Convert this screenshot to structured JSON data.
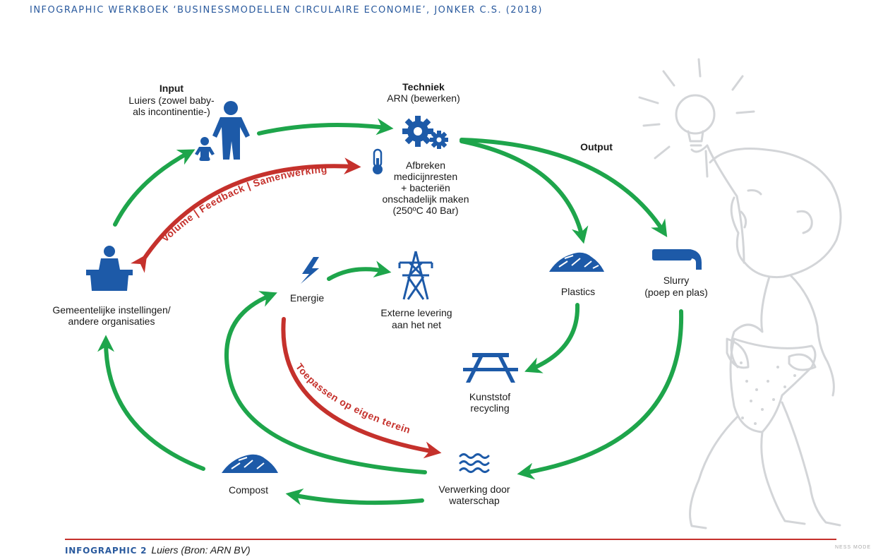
{
  "header": "INFOGRAPHIC WERKBOEK ‘BUSINESSMODELLEN CIRCULAIRE ECONOMIE’, JONKER C.S. (2018)",
  "input": {
    "title": "Input",
    "line1": "Luiers (zowel baby-",
    "line2": "als incontinentie-)"
  },
  "techniek": {
    "title": "Techniek",
    "line1": "ARN (bewerken)"
  },
  "afbreken": {
    "line1": "Afbreken",
    "line2": "medicijnresten",
    "line3": "+ bacteriën",
    "line4": "onschadelijk maken",
    "line5": "(250ºC 40 Bar)"
  },
  "output": {
    "title": "Output"
  },
  "gemeente": {
    "line1": "Gemeentelijke instellingen/",
    "line2": "andere organisaties"
  },
  "energie": {
    "label": "Energie"
  },
  "externe": {
    "line1": "Externe levering",
    "line2": "aan het net"
  },
  "plastics": {
    "label": "Plastics"
  },
  "slurry": {
    "line1": "Slurry",
    "line2": "(poep en plas)"
  },
  "kunststof": {
    "line1": "Kunststof",
    "line2": "recycling"
  },
  "compost": {
    "label": "Compost"
  },
  "verwerking": {
    "line1": "Verwerking door",
    "line2": "waterschap"
  },
  "red_labels": {
    "feedback": "Volume | Feedback | Samenwerking",
    "toepassen": "Toepassen op eigen terein"
  },
  "footer": {
    "number": "INFOGRAPHIC 2",
    "caption": "Luiers (Bron: ARN BV)"
  },
  "stamp": "NESS MODE",
  "colors": {
    "green": "#1ea54b",
    "red": "#c5312c",
    "blue": "#1d5aa8",
    "sketch": "#d3d5d8",
    "header_blue": "#2a5a9e"
  },
  "icons": [
    "person-icon",
    "baby-icon",
    "gear-icon",
    "thermometer-icon",
    "podium-person-icon",
    "lightning-icon",
    "power-tower-icon",
    "plastic-pile-icon",
    "pipe-icon",
    "picnic-table-icon",
    "compost-pile-icon",
    "water-waves-icon",
    "baby-sketch-illustration"
  ]
}
